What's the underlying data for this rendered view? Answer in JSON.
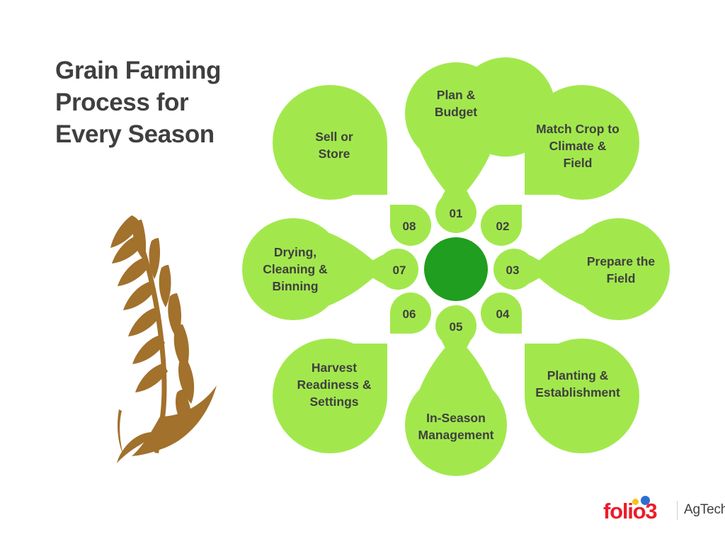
{
  "title": {
    "lines": [
      "Grain Farming",
      "Process for",
      "Every Season"
    ]
  },
  "colors": {
    "petal_green": "#A2E84D",
    "center_green": "#1F9E1F",
    "text_dark": "#3f3f3f",
    "wheat_brown": "#A2712C",
    "logo_red": "#ED1C29",
    "logo_yellow": "#F5C518",
    "logo_blue": "#2C6FD1"
  },
  "diagram": {
    "name": "grain-farming-process-wheel",
    "center": {
      "label": ""
    },
    "steps": [
      {
        "number": "01",
        "label": "Plan &\nBudget",
        "label_lines": [
          "Plan &",
          "Budget"
        ],
        "position": "top"
      },
      {
        "number": "02",
        "label": "Match Crop to Climate & Field",
        "label_lines": [
          "Match Crop to",
          "Climate &",
          "Field"
        ],
        "position": "top-right"
      },
      {
        "number": "03",
        "label": "Prepare the Field",
        "label_lines": [
          "Prepare the",
          "Field"
        ],
        "position": "right"
      },
      {
        "number": "04",
        "label": "Planting & Establishment",
        "label_lines": [
          "Planting &",
          "Establishment"
        ],
        "position": "bottom-right"
      },
      {
        "number": "05",
        "label": "In-Season Management",
        "label_lines": [
          "In-Season",
          "Management"
        ],
        "position": "bottom"
      },
      {
        "number": "06",
        "label": "Harvest Readiness & Settings",
        "label_lines": [
          "Harvest",
          "Readiness &",
          "Settings"
        ],
        "position": "bottom-left"
      },
      {
        "number": "07",
        "label": "Drying, Cleaning & Binning",
        "label_lines": [
          "Drying,",
          "Cleaning &",
          "Binning"
        ],
        "position": "left"
      },
      {
        "number": "08",
        "label": "Sell or Store",
        "label_lines": [
          "Sell or",
          "Store"
        ],
        "position": "top-left"
      }
    ]
  },
  "illustration": {
    "name": "wheat-stalk"
  },
  "logo": {
    "brand": "folio3",
    "product": "AgTech"
  }
}
